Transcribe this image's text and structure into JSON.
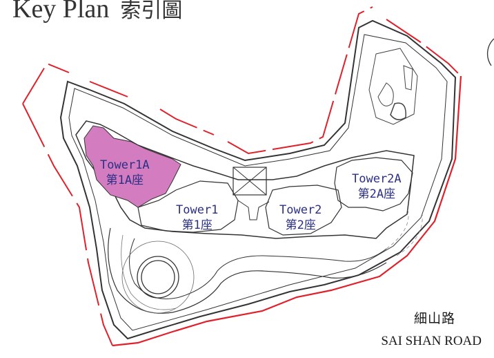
{
  "title": {
    "en": "Key Plan",
    "zh": "索引圖"
  },
  "towers": [
    {
      "id": "tower-1a",
      "name": "Tower1A",
      "name_zh": "第1A座",
      "highlighted": true
    },
    {
      "id": "tower-1",
      "name": "Tower1",
      "name_zh": "第1座",
      "highlighted": false
    },
    {
      "id": "tower-2",
      "name": "Tower2",
      "name_zh": "第2座",
      "highlighted": false
    },
    {
      "id": "tower-2a",
      "name": "Tower2A",
      "name_zh": "第2A座",
      "highlighted": false
    }
  ],
  "road": {
    "zh": "細山路",
    "en": "SAI SHAN ROAD"
  },
  "colors": {
    "highlight_fill": "#d47cc0",
    "site_boundary": "#e0202a",
    "linework": "#333333",
    "label_text": "#2b2f86"
  }
}
